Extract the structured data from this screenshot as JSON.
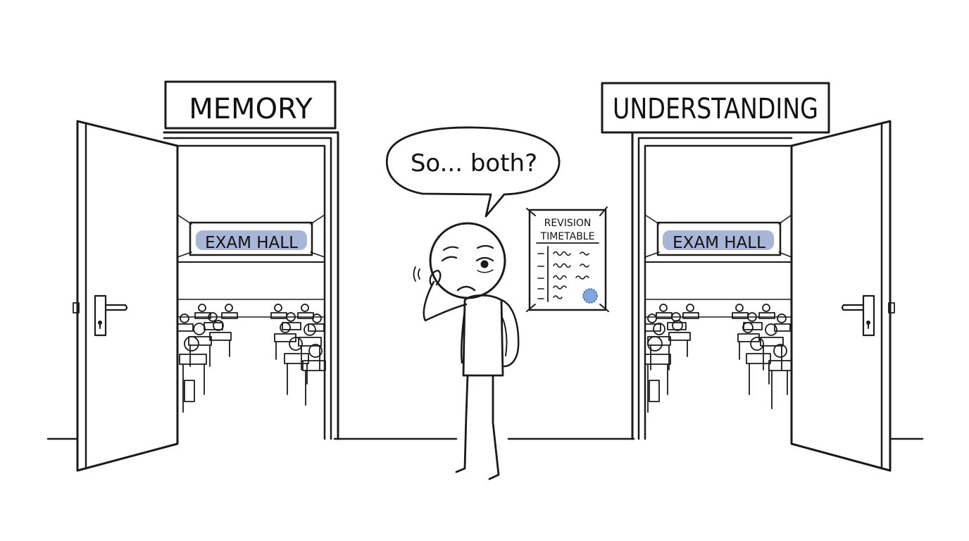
{
  "doors": {
    "left": {
      "sign": "MEMORY",
      "banner": "EXAM HALL"
    },
    "right": {
      "sign": "UNDERSTANDING",
      "banner": "EXAM HALL"
    }
  },
  "speech_bubble": {
    "text": "So... both?"
  },
  "poster": {
    "line1": "REVISION",
    "line2": "TIMETABLE"
  },
  "colors": {
    "ink": "#1a1a1a",
    "highlight": "#9aa8cf",
    "stamp": "#7fa6df",
    "background": "#ffffff"
  }
}
